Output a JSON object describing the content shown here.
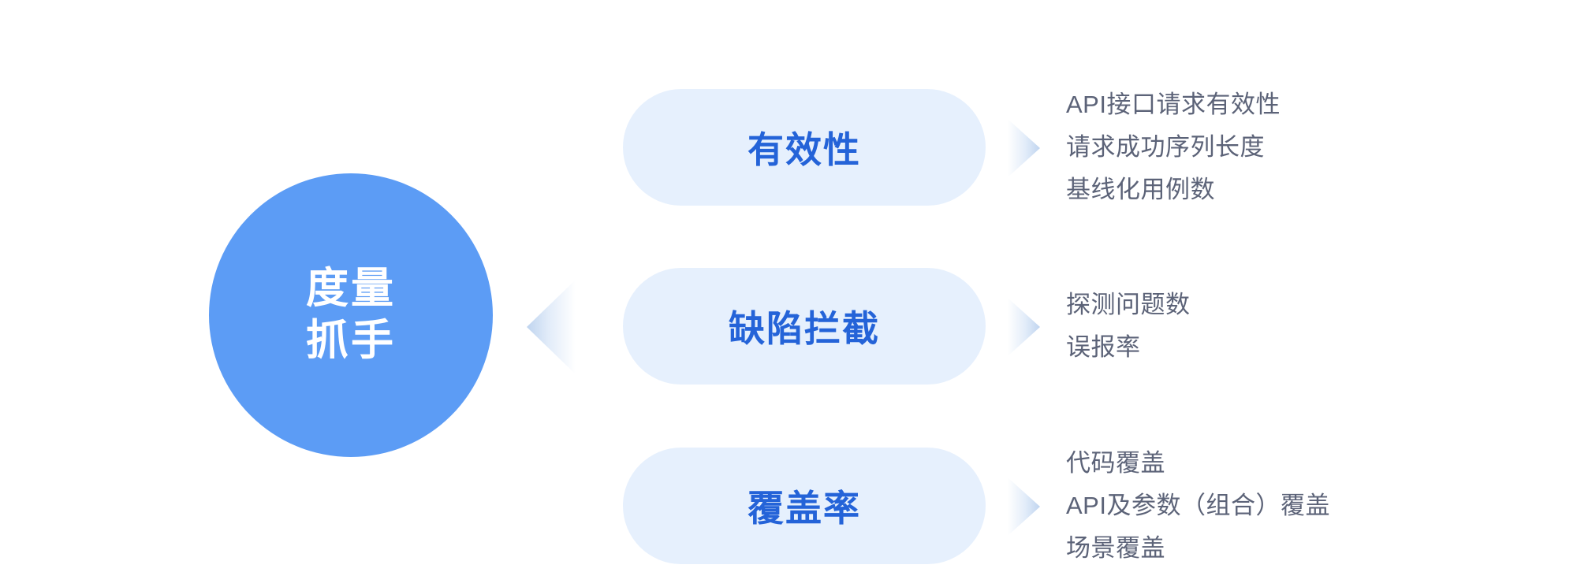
{
  "hub": {
    "label_lines": [
      "度量",
      "抓手"
    ],
    "color": "#5C9CF5",
    "text_color": "#FFFFFF"
  },
  "arrows": {
    "hub_arrow_icon": "triangle-left-icon",
    "row_arrow_icon": "triangle-right-icon",
    "gradient_from": "#C3D8F2",
    "gradient_to": "#FFFFFF"
  },
  "theme": {
    "pill_bg": "#E6F0FD",
    "pill_text": "#2463D8",
    "metric_text": "#5C6378",
    "page_bg": "#FFFFFF"
  },
  "rows": [
    {
      "category": "有效性",
      "metrics": [
        "API接口请求有效性",
        "请求成功序列长度",
        "基线化用例数"
      ]
    },
    {
      "category": "缺陷拦截",
      "metrics": [
        "探测问题数",
        "误报率"
      ]
    },
    {
      "category": "覆盖率",
      "metrics": [
        "代码覆盖",
        "API及参数（组合）覆盖",
        "场景覆盖"
      ]
    }
  ]
}
